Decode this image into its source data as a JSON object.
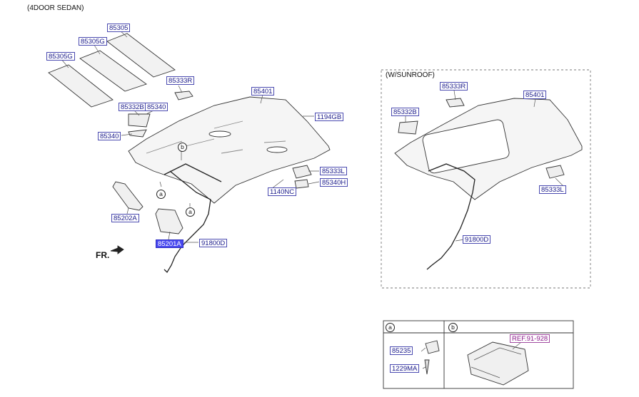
{
  "header": {
    "variant": "(4DOOR SEDAN)"
  },
  "sunroof": {
    "title": "(W/SUNROOF)"
  },
  "direction": {
    "label": "FR."
  },
  "markers": {
    "a": "a",
    "b": "b"
  },
  "parts": {
    "p85305": "85305",
    "p85305G_1": "85305G",
    "p85305G_2": "85305G",
    "p85333R": "85333R",
    "p85401": "85401",
    "p85332B": "85332B",
    "p85340_top": "85340",
    "p1194GB": "1194GB",
    "p85340_left": "85340",
    "p85333L": "85333L",
    "p85340H": "85340H",
    "p1140NC": "1140NC",
    "p85202A": "85202A",
    "p85201A": "85201A",
    "p91800D": "91800D",
    "s85333R": "85333R",
    "s85401": "85401",
    "s85332B": "85332B",
    "s85333L": "85333L",
    "s91800D": "91800D",
    "t85235": "85235",
    "t1229MA": "1229MA",
    "tREF": "REF.91-928"
  },
  "colors": {
    "label_text": "#1b1b8a",
    "label_border": "#4a4ab0",
    "highlight": "#4a4af0",
    "ref": "#8a1a8a"
  }
}
